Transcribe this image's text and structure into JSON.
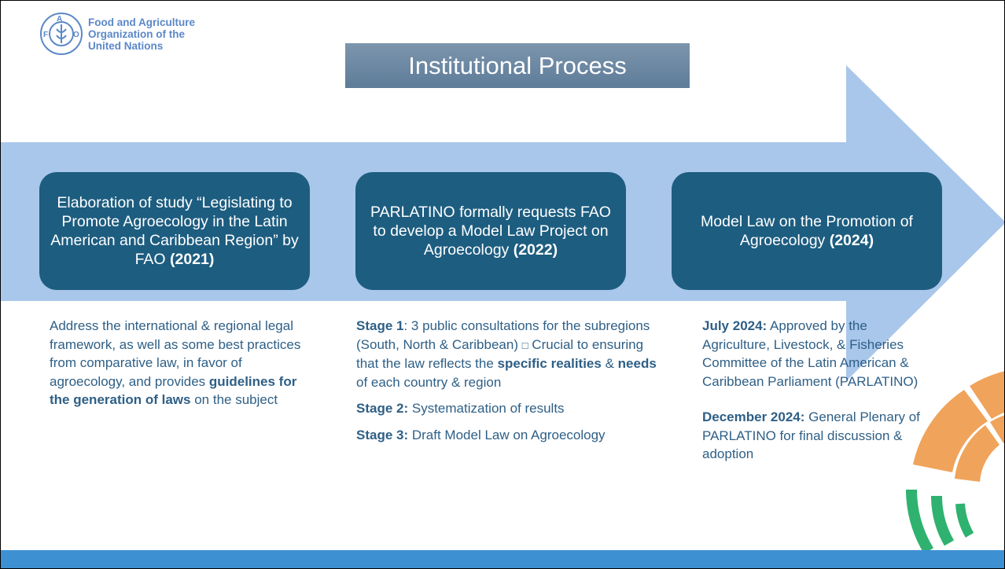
{
  "logo": {
    "line1": "Food and Agriculture",
    "line2": "Organization of the",
    "line3": "United Nations"
  },
  "title": "Institutional Process",
  "stages": [
    {
      "text_before": "Elaboration of study “Legislating to Promote Agroecology in the Latin American and Caribbean Region” by FAO ",
      "year": "(2021)"
    },
    {
      "text_before": "PARLATINO formally requests FAO to develop a Model Law Project on Agroecology ",
      "year": "(2022)"
    },
    {
      "text_before": "Model Law on the Promotion of Agroecology ",
      "year": "(2024)"
    }
  ],
  "col1": {
    "p1_start": "Address the international & regional legal framework, as well as some best practices from comparative law, in favor of agroecology, and provides ",
    "p1_bold": "guidelines for the generation of laws",
    "p1_end": " on the subject"
  },
  "col2": {
    "s1_label": "Stage 1",
    "s1_text": ": 3 public consultations for the subregions (South, North & Caribbean) ",
    "s1_glyph": "□",
    "s1_text2": " Crucial to ensuring that the law reflects the ",
    "s1_bold1": "specific realities",
    "s1_mid": " & ",
    "s1_bold2": "needs",
    "s1_end": " of each country & region",
    "s2_label": "Stage 2:",
    "s2_text": " Systematization of results",
    "s3_label": "Stage 3:",
    "s3_text": " Draft Model Law on Agroecology"
  },
  "col3": {
    "p1_label": "July 2024:",
    "p1_text": " Approved by the Agriculture, Livestock, & Fisheries Committee of the Latin American & Caribbean Parliament (PARLATINO)",
    "p2_label": "December 2024:",
    "p2_text": " General Plenary of PARLATINO for final discussion & adoption"
  },
  "colors": {
    "arrow": "#a9c7ea",
    "stage_box": "#1d5d80",
    "text": "#2e5f86",
    "footer": "#3d91d3",
    "deco_orange": "#f0a35a",
    "deco_green": "#2fb26f"
  }
}
